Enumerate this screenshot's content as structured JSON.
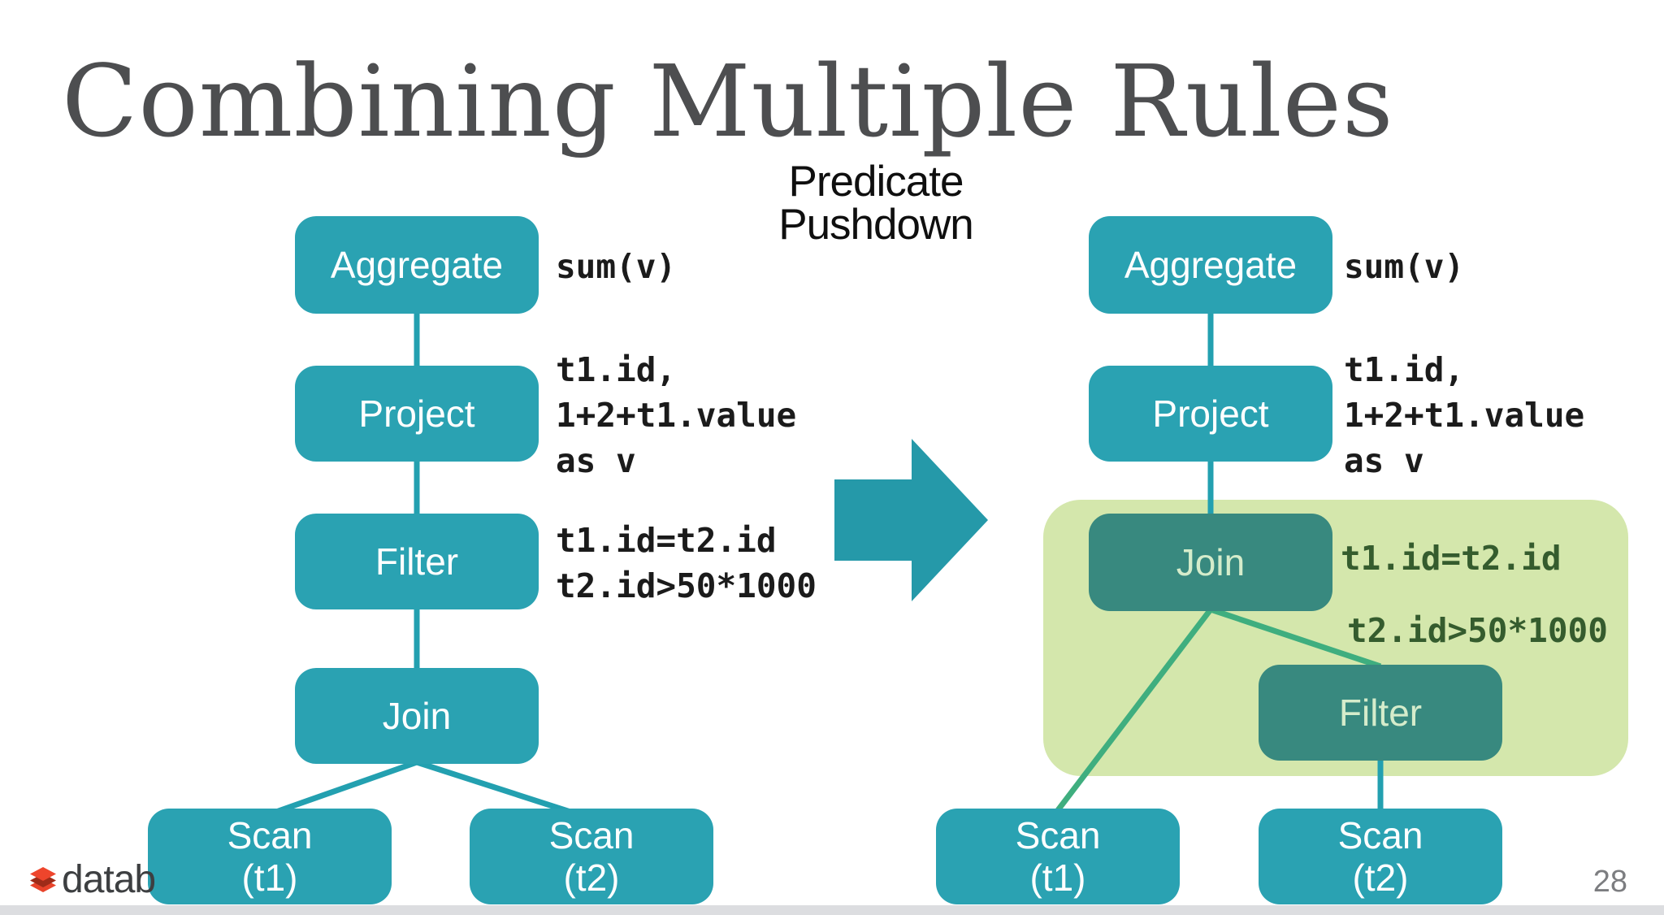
{
  "colors": {
    "node_teal": "#2aa2b2",
    "node_dark": "#38897f",
    "panel_green": "#d4e7ac",
    "line_teal": "#23a0b0",
    "line_green": "#3fae7f",
    "arrow_teal": "#2599a9",
    "code_black": "#1b1b1b",
    "code_green": "#355c2e",
    "title_gray": "#4d4e50",
    "subtitle_black": "#0f0f0f",
    "label_pale": "#d5eccb",
    "page_gray": "#7c7d80",
    "logo_red": "#ee452c",
    "logo_red_dark": "#9e2b18",
    "logo_red_mid": "#e8432a"
  },
  "header": {
    "title": "Combining Multiple Rules",
    "subtitle": "Predicate Pushdown"
  },
  "left_tree": {
    "aggregate": "Aggregate",
    "project": "Project",
    "filter": "Filter",
    "join": "Join",
    "scan1": "Scan\n(t1)",
    "scan2": "Scan\n(t2)",
    "ann_aggregate": "sum(v)",
    "ann_project": "t1.id,\n1+2+t1.value\nas v",
    "ann_filter": "t1.id=t2.id\nt2.id>50*1000"
  },
  "right_tree": {
    "aggregate": "Aggregate",
    "project": "Project",
    "join": "Join",
    "filter": "Filter",
    "scan1": "Scan\n(t1)",
    "scan2": "Scan\n(t2)",
    "ann_aggregate": "sum(v)",
    "ann_project": "t1.id,\n1+2+t1.value\nas v",
    "ann_join": "t1.id=t2.id",
    "ann_filter": "t2.id>50*1000"
  },
  "footer": {
    "logo_text": "datab",
    "page_number": "28"
  }
}
